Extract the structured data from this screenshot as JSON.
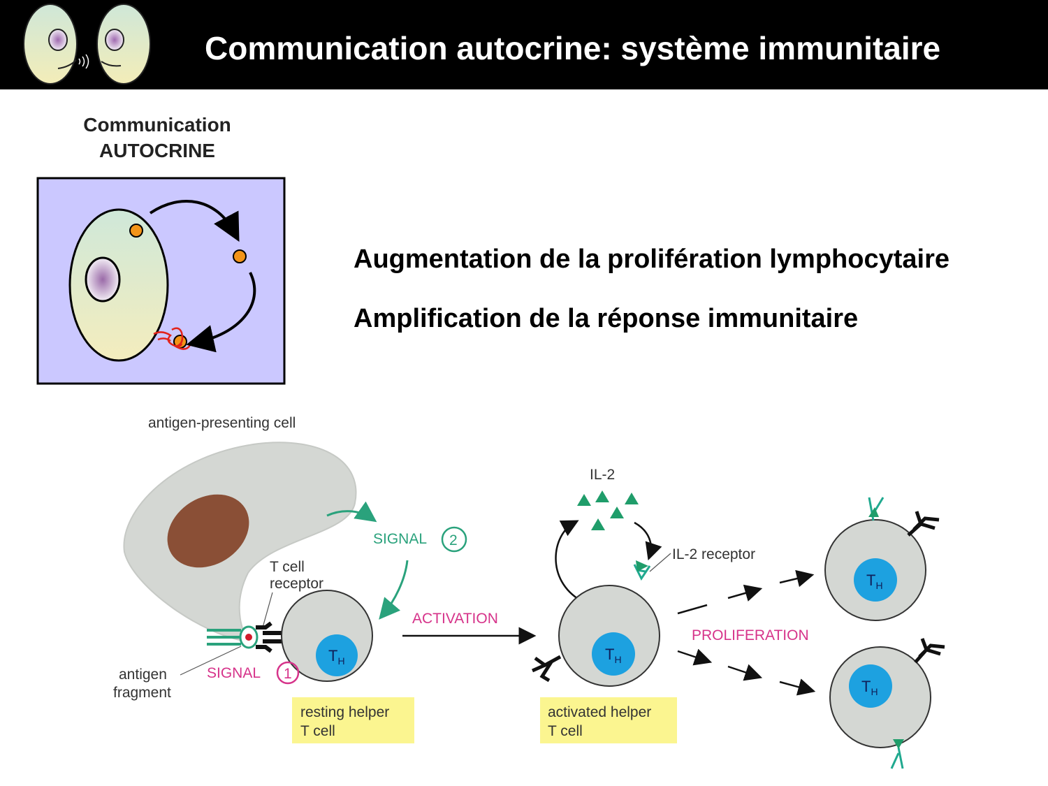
{
  "header": {
    "title": "Communication autocrine: système immunitaire"
  },
  "autocrine": {
    "heading_line1": "Communication",
    "heading_line2": "AUTOCRINE"
  },
  "bullets": [
    "Augmentation de la prolifération lymphocytaire",
    "Amplification de la réponse immunitaire"
  ],
  "diagram": {
    "apc_label": "antigen-presenting cell",
    "tcr_label_line1": "T cell",
    "tcr_label_line2": "receptor",
    "antigen_label_line1": "antigen",
    "antigen_label_line2": "fragment",
    "signal1_label": "SIGNAL",
    "signal1_number": "1",
    "signal2_label": "SIGNAL",
    "signal2_number": "2",
    "activation_label": "ACTIVATION",
    "il2_label": "IL-2",
    "il2_receptor_label": "IL-2 receptor",
    "proliferation_label": "PROLIFERATION",
    "th_main": "T",
    "th_sub": "H",
    "resting_line1": "resting helper",
    "resting_line2": "T cell",
    "activated_line1": "activated helper",
    "activated_line2": "T cell"
  },
  "colors": {
    "header_bg": "#000000",
    "autocrine_box_bg": "#cbc8ff",
    "cell_gray": "#d4d7d3",
    "nucleus_blue": "#1da1e0",
    "apc_nucleus": "#8a4f36",
    "signal_teal": "#2aa27c",
    "signal_pink": "#d6338a",
    "caption_yellow": "#fbf590",
    "ligand_orange": "#f39418"
  }
}
